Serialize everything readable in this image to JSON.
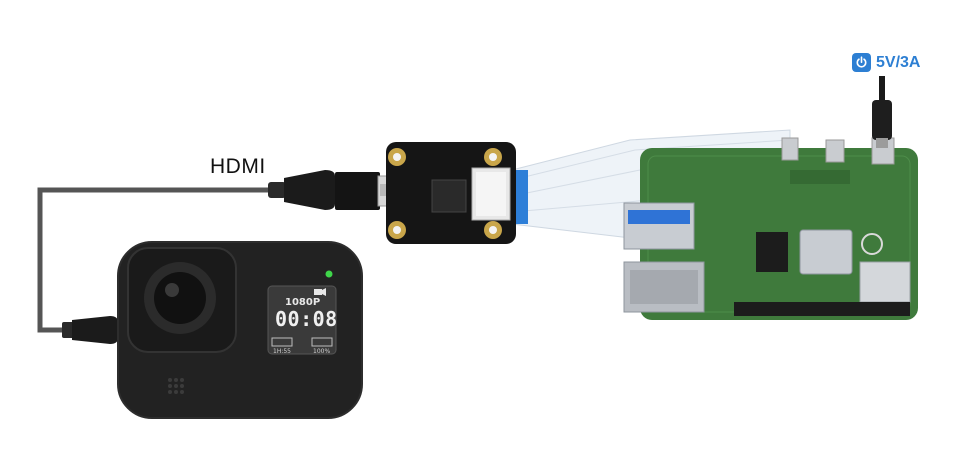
{
  "labels": {
    "cable": "HDMI",
    "power": "5V/3A"
  },
  "camera": {
    "resolution": "1080P",
    "timer": "00:08",
    "left_status": "1H:55",
    "right_status": "100%"
  },
  "colors": {
    "accent": "#2d7fd3",
    "pcb_green": "#3f7a3c",
    "camera_body": "#222222"
  },
  "icons": [
    "power-icon",
    "video-icon",
    "led-icon"
  ]
}
